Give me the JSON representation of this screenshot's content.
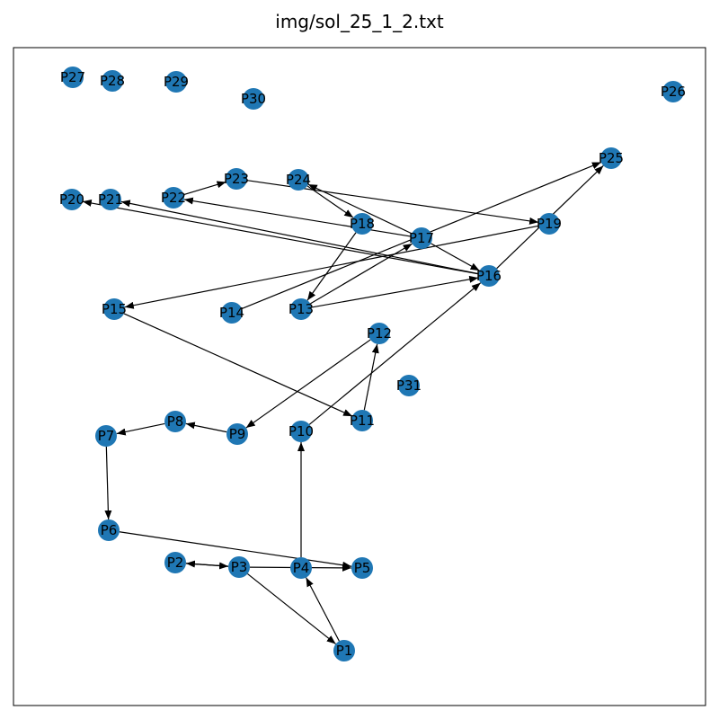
{
  "title": "img/sol_25_1_2.txt",
  "colors": {
    "node": "#1f77b4",
    "edge": "#000000",
    "frame": "#000000"
  },
  "nodes": [
    {
      "id": "P1",
      "label": "P1"
    },
    {
      "id": "P2",
      "label": "P2"
    },
    {
      "id": "P3",
      "label": "P3"
    },
    {
      "id": "P4",
      "label": "P4"
    },
    {
      "id": "P5",
      "label": "P5"
    },
    {
      "id": "P6",
      "label": "P6"
    },
    {
      "id": "P7",
      "label": "P7"
    },
    {
      "id": "P8",
      "label": "P8"
    },
    {
      "id": "P9",
      "label": "P9"
    },
    {
      "id": "P10",
      "label": "P10"
    },
    {
      "id": "P11",
      "label": "P11"
    },
    {
      "id": "P12",
      "label": "P12"
    },
    {
      "id": "P13",
      "label": "P13"
    },
    {
      "id": "P14",
      "label": "P14"
    },
    {
      "id": "P15",
      "label": "P15"
    },
    {
      "id": "P16",
      "label": "P16"
    },
    {
      "id": "P17",
      "label": "P17"
    },
    {
      "id": "P18",
      "label": "P18"
    },
    {
      "id": "P19",
      "label": "P19"
    },
    {
      "id": "P20",
      "label": "P20"
    },
    {
      "id": "P21",
      "label": "P21"
    },
    {
      "id": "P22",
      "label": "P22"
    },
    {
      "id": "P23",
      "label": "P23"
    },
    {
      "id": "P24",
      "label": "P24"
    },
    {
      "id": "P25",
      "label": "P25"
    },
    {
      "id": "P26",
      "label": "P26"
    },
    {
      "id": "P27",
      "label": "P27"
    },
    {
      "id": "P28",
      "label": "P28"
    },
    {
      "id": "P29",
      "label": "P29"
    },
    {
      "id": "P30",
      "label": "P30"
    },
    {
      "id": "P31",
      "label": "P31"
    }
  ],
  "edges": [
    {
      "from": "P1",
      "to": "P4"
    },
    {
      "from": "P3",
      "to": "P1"
    },
    {
      "from": "P3",
      "to": "P2"
    },
    {
      "from": "P2",
      "to": "P3"
    },
    {
      "from": "P3",
      "to": "P5"
    },
    {
      "from": "P6",
      "to": "P5"
    },
    {
      "from": "P4",
      "to": "P10"
    },
    {
      "from": "P7",
      "to": "P6"
    },
    {
      "from": "P8",
      "to": "P7"
    },
    {
      "from": "P9",
      "to": "P8"
    },
    {
      "from": "P12",
      "to": "P9"
    },
    {
      "from": "P11",
      "to": "P12"
    },
    {
      "from": "P10",
      "to": "P16"
    },
    {
      "from": "P15",
      "to": "P11"
    },
    {
      "from": "P19",
      "to": "P15"
    },
    {
      "from": "P13",
      "to": "P16"
    },
    {
      "from": "P13",
      "to": "P17"
    },
    {
      "from": "P14",
      "to": "P25"
    },
    {
      "from": "P16",
      "to": "P25"
    },
    {
      "from": "P16",
      "to": "P21"
    },
    {
      "from": "P16",
      "to": "P20"
    },
    {
      "from": "P17",
      "to": "P16"
    },
    {
      "from": "P17",
      "to": "P24"
    },
    {
      "from": "P17",
      "to": "P22"
    },
    {
      "from": "P18",
      "to": "P13"
    },
    {
      "from": "P24",
      "to": "P18"
    },
    {
      "from": "P23",
      "to": "P19"
    },
    {
      "from": "P22",
      "to": "P23"
    }
  ]
}
